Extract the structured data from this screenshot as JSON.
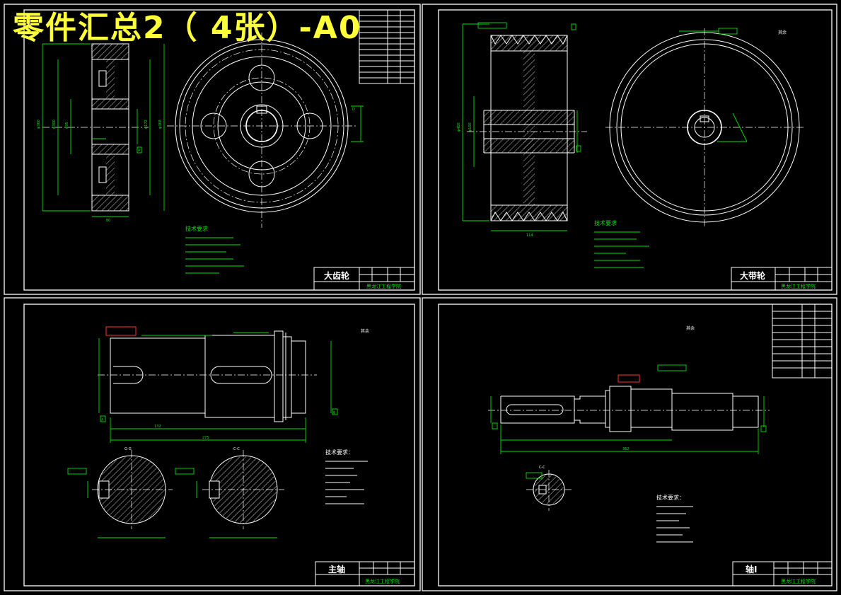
{
  "overlay_title": "零件汇总2（ 4张）-A0",
  "sheets": [
    {
      "part_name": "大齿轮",
      "school": "黑龙江工程学院"
    },
    {
      "part_name": "大带轮",
      "school": "黑龙江工程学院"
    },
    {
      "part_name": "主轴",
      "school": "黑龙江工程学院"
    },
    {
      "part_name": "轴Ⅰ",
      "school": "黑龙江工程学院"
    }
  ],
  "tech_heading_1": "技术要求",
  "tech_heading_2": "技术要求",
  "tech_heading_3": "技术要求：",
  "tech_heading_4": "技术要求：",
  "remainder_1": "其余",
  "remainder_2": "其余",
  "remainder_3": "其余",
  "section_c": "C-C",
  "section_g": "G-G",
  "section_cc2": "C-C",
  "datum_a": "A",
  "datum_b": "B",
  "colors": {
    "background": "#000000",
    "lines": "#ffffff",
    "dimensions": "#00e000",
    "title_overlay": "#ffff3c",
    "marks": "#ff3030"
  }
}
